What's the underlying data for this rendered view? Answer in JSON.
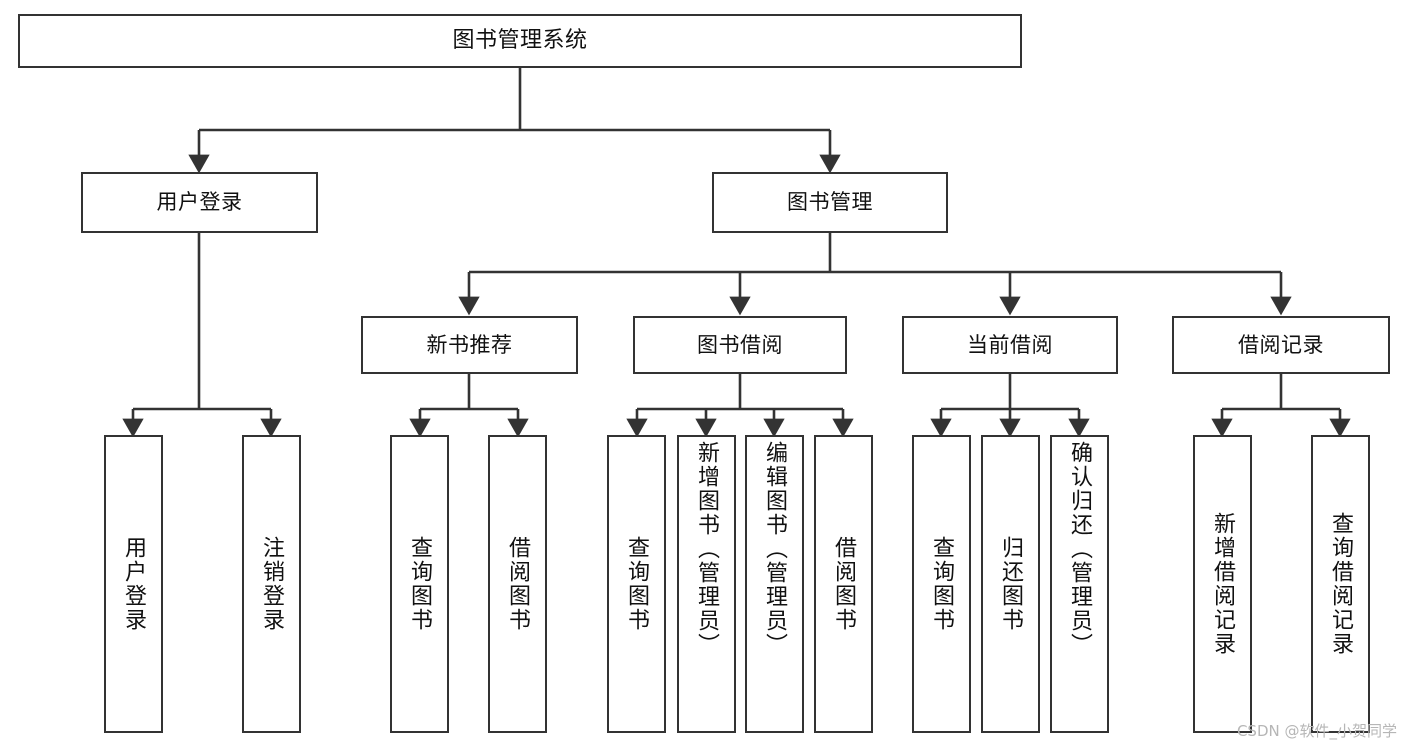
{
  "diagram": {
    "title": "图书管理系统",
    "type": "tree-hierarchy-diagram",
    "colors": {
      "stroke": "#333333",
      "fill": "#ffffff",
      "text": "#111111",
      "watermark": "#b6b6b6"
    },
    "root": {
      "label": "图书管理系统"
    },
    "level1": [
      {
        "label": "用户登录"
      },
      {
        "label": "图书管理"
      }
    ],
    "level2": [
      {
        "label": "新书推荐"
      },
      {
        "label": "图书借阅"
      },
      {
        "label": "当前借阅"
      },
      {
        "label": "借阅记录"
      }
    ],
    "leaves": {
      "user_login": [
        {
          "label": "用户登录"
        },
        {
          "label": "注销登录"
        }
      ],
      "new_book_recommend": [
        {
          "label": "查询图书"
        },
        {
          "label": "借阅图书"
        }
      ],
      "book_borrow": [
        {
          "label": "查询图书"
        },
        {
          "label": "新增图书（管理员）"
        },
        {
          "label": "编辑图书（管理员）"
        },
        {
          "label": "借阅图书"
        }
      ],
      "current_borrow": [
        {
          "label": "查询图书"
        },
        {
          "label": "归还图书"
        },
        {
          "label": "确认归还（管理员）"
        }
      ],
      "borrow_record": [
        {
          "label": "新增借阅记录"
        },
        {
          "label": "查询借阅记录"
        }
      ]
    },
    "watermark": "CSDN @软件_小贺同学"
  }
}
